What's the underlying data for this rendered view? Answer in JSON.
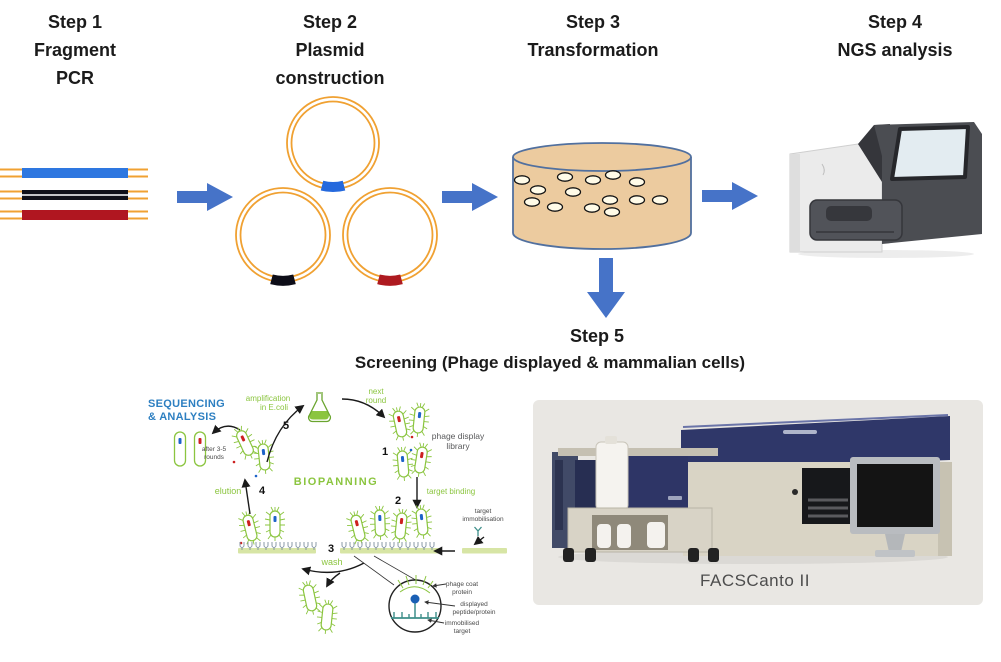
{
  "figure": {
    "steps": [
      {
        "lines": [
          "Step 1",
          "Fragment",
          "PCR"
        ]
      },
      {
        "lines": [
          "Step 2",
          "Plasmid",
          "construction"
        ]
      },
      {
        "lines": [
          "Step 3",
          "Transformation"
        ]
      },
      {
        "lines": [
          "Step 4",
          "NGS analysis"
        ]
      },
      {
        "lines": [
          "Step 5",
          "Screening (Phage displayed & mammalian cells)"
        ]
      }
    ]
  },
  "biopanning": {
    "title": "BIOPANNING",
    "sequencing": {
      "line1": "SEQUENCING",
      "line2": "& ANALYSIS"
    },
    "after_rounds": {
      "line1": "after 3-5",
      "line2": "rounds"
    },
    "amplification": {
      "line1": "amplification",
      "line2": "in E.coli"
    },
    "next_round": {
      "line1": "next",
      "line2": "round"
    },
    "phage_library": {
      "line1": "phage display",
      "line2": "library"
    },
    "target_binding": "target binding",
    "target_immobilisation": {
      "line1": "target",
      "line2": "immobilisation"
    },
    "wash": "wash",
    "elution": "elution",
    "numbers": [
      "1",
      "2",
      "3",
      "4",
      "5"
    ],
    "callouts": {
      "phage_coat": {
        "line1": "phage coat",
        "line2": "protein"
      },
      "displayed": {
        "line1": "displayed",
        "line2": "peptide/protein"
      },
      "immobilised": {
        "line1": "immobilised",
        "line2": "target"
      }
    }
  },
  "facs": {
    "caption": "FACSCanto II"
  },
  "colors": {
    "arrow_blue": "#4673C8",
    "plasmid_orange": "#F0A132",
    "fragment_blue": "#2E77E0",
    "fragment_black": "#101018",
    "fragment_red": "#B01620",
    "petri_tan": "#ECCB9F",
    "petri_outline": "#51709F",
    "biopanning_green": "#8BC53F",
    "sequencing_blue": "#2D7FC1",
    "facs_navy": "#2F3769",
    "caption_grey": "#4D4D4D"
  }
}
